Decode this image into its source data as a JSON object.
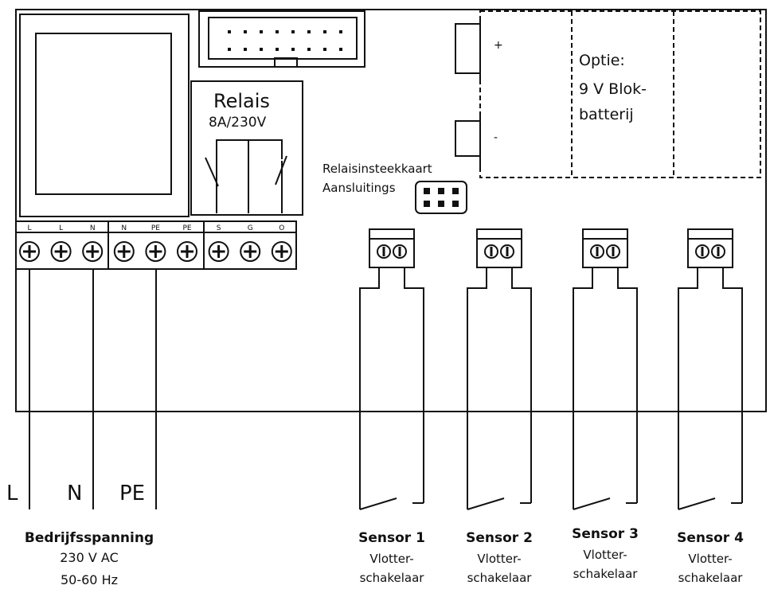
{
  "relay": {
    "title": "Relais",
    "rating": "8A/230V"
  },
  "battery": {
    "plus": "+",
    "minus": "-",
    "line1": "Optie:",
    "line2": "9 V Blok-",
    "line3": "batterij"
  },
  "relay_card": {
    "line1": "Relaisinsteekkaart",
    "line2": "Aansluitings"
  },
  "terminal_labels": [
    "L",
    "L",
    "N",
    "N",
    "PE",
    "PE",
    "S",
    "G",
    "O"
  ],
  "wires": {
    "L": "L",
    "N": "N",
    "PE": "PE"
  },
  "power": {
    "title": "Bedrijfsspanning",
    "voltage": "230 V AC",
    "frequency": "50-60 Hz"
  },
  "sensors": [
    {
      "name": "Sensor 1",
      "type_line1": "Vlotter-",
      "type_line2": "schakelaar"
    },
    {
      "name": "Sensor 2",
      "type_line1": "Vlotter-",
      "type_line2": "schakelaar"
    },
    {
      "name": "Sensor 3",
      "type_line1": "Vlotter-",
      "type_line2": "schakelaar"
    },
    {
      "name": "Sensor 4",
      "type_line1": "Vlotter-",
      "type_line2": "schakelaar"
    }
  ]
}
